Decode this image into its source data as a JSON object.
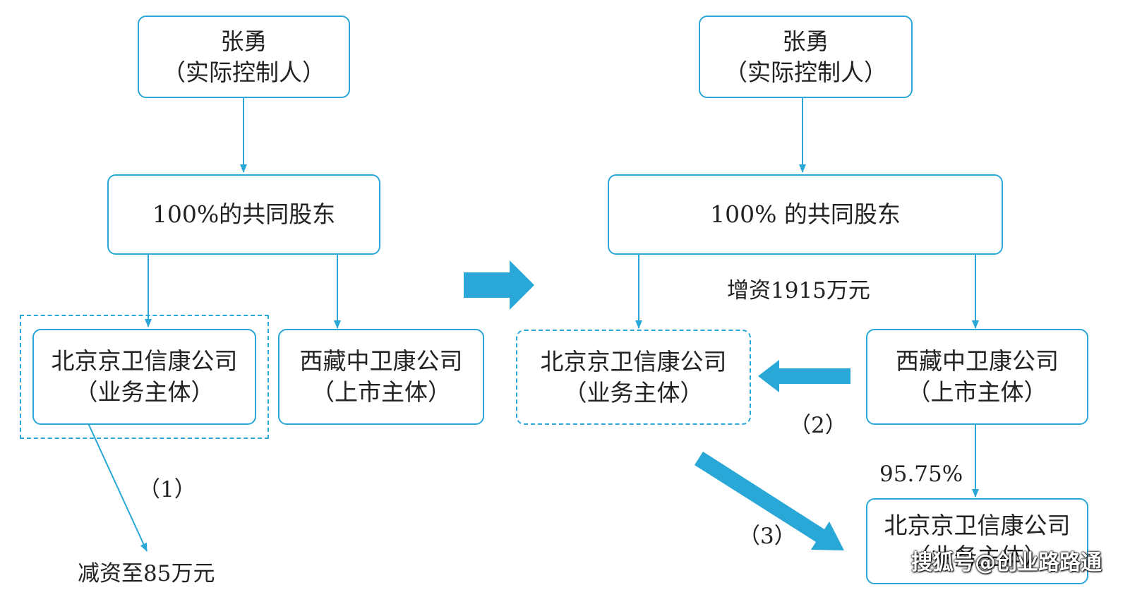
{
  "left": {
    "controller": {
      "name": "张勇",
      "role": "（实际控制人）"
    },
    "shareholders": "100%的共同股东",
    "business": {
      "name": "北京京卫信康公司",
      "role": "（业务主体）"
    },
    "listed": {
      "name": "西藏中卫康公司",
      "role": "（上市主体）"
    },
    "step1_label": "（1）",
    "reduction_label": "减资至85万元"
  },
  "right": {
    "controller": {
      "name": "张勇",
      "role": "（实际控制人）"
    },
    "shareholders": "100% 的共同股东",
    "capital_increase": "增资1915万元",
    "business": {
      "name": "北京京卫信康公司",
      "role": "（业务主体）"
    },
    "listed": {
      "name": "西藏中卫康公司",
      "role": "（上市主体）"
    },
    "step2_label": "（2）",
    "ownership": "95.75%",
    "step3_label": "（3）",
    "subsidiary": {
      "name": "北京京卫信康公司",
      "role": "（业务主体）"
    }
  },
  "watermark": "搜狐号@创业路路通",
  "colors": {
    "accent": "#29a7d6",
    "text": "#222222"
  }
}
